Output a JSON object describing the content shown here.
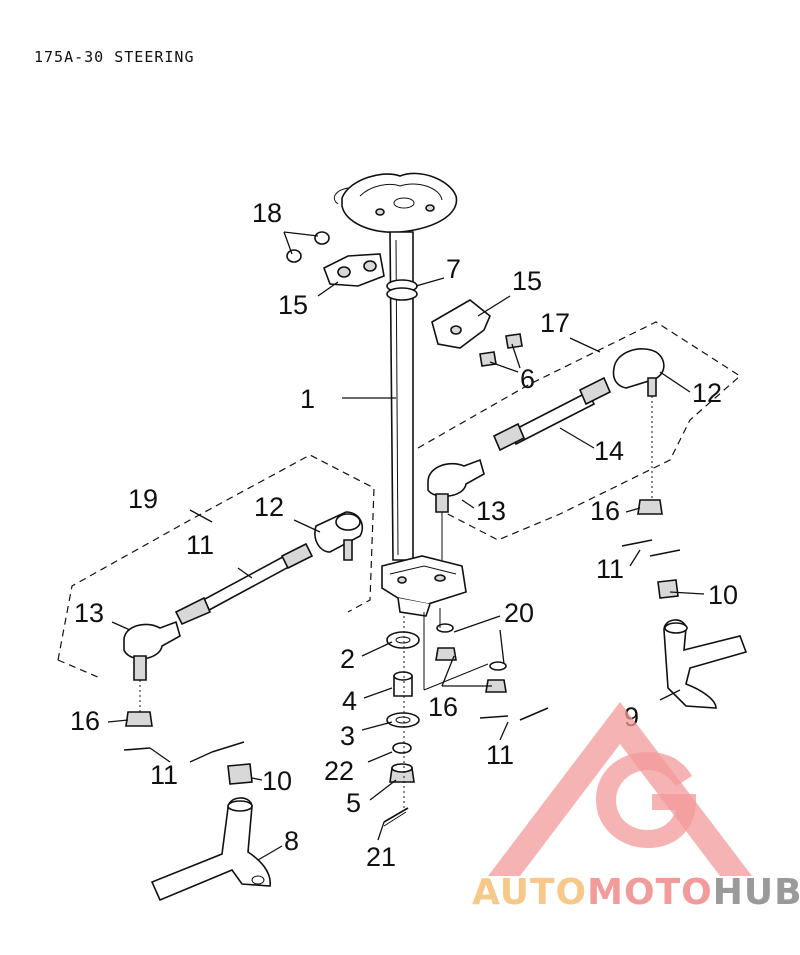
{
  "title": "175A-30 STEERING",
  "labels": {
    "p1": "1",
    "p2": "2",
    "p3": "3",
    "p4": "4",
    "p5": "5",
    "p6": "6",
    "p7": "7",
    "p8": "8",
    "p9": "9",
    "p10a": "10",
    "p10b": "10",
    "p11a": "11",
    "p11b": "11",
    "p11c": "11",
    "p11d": "11",
    "p12a": "12",
    "p12b": "12",
    "p13a": "13",
    "p13b": "13",
    "p14": "14",
    "p15a": "15",
    "p15b": "15",
    "p16a": "16",
    "p16b": "16",
    "p16c": "16",
    "p17": "17",
    "p18": "18",
    "p19": "19",
    "p20": "20",
    "p21": "21",
    "p22": "22"
  },
  "watermark": {
    "part1": "AUTO",
    "part2": "MOTO",
    "part3": "HUB",
    "color_primary": "#f08080",
    "color_secondary": "#f6c98a",
    "color_tertiary": "#9a9a9a"
  }
}
